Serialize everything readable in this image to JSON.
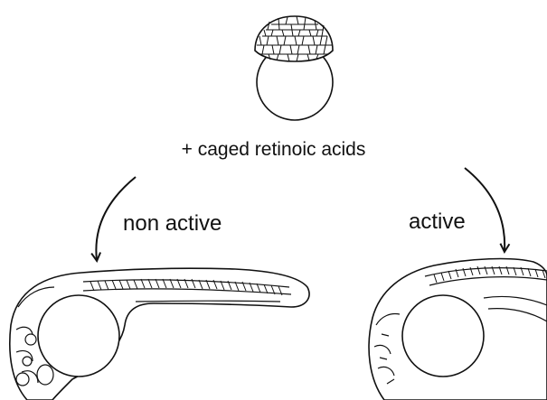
{
  "labels": {
    "treatment": "+ caged retinoic acids",
    "left_branch": "non active",
    "right_branch": "active"
  }
}
